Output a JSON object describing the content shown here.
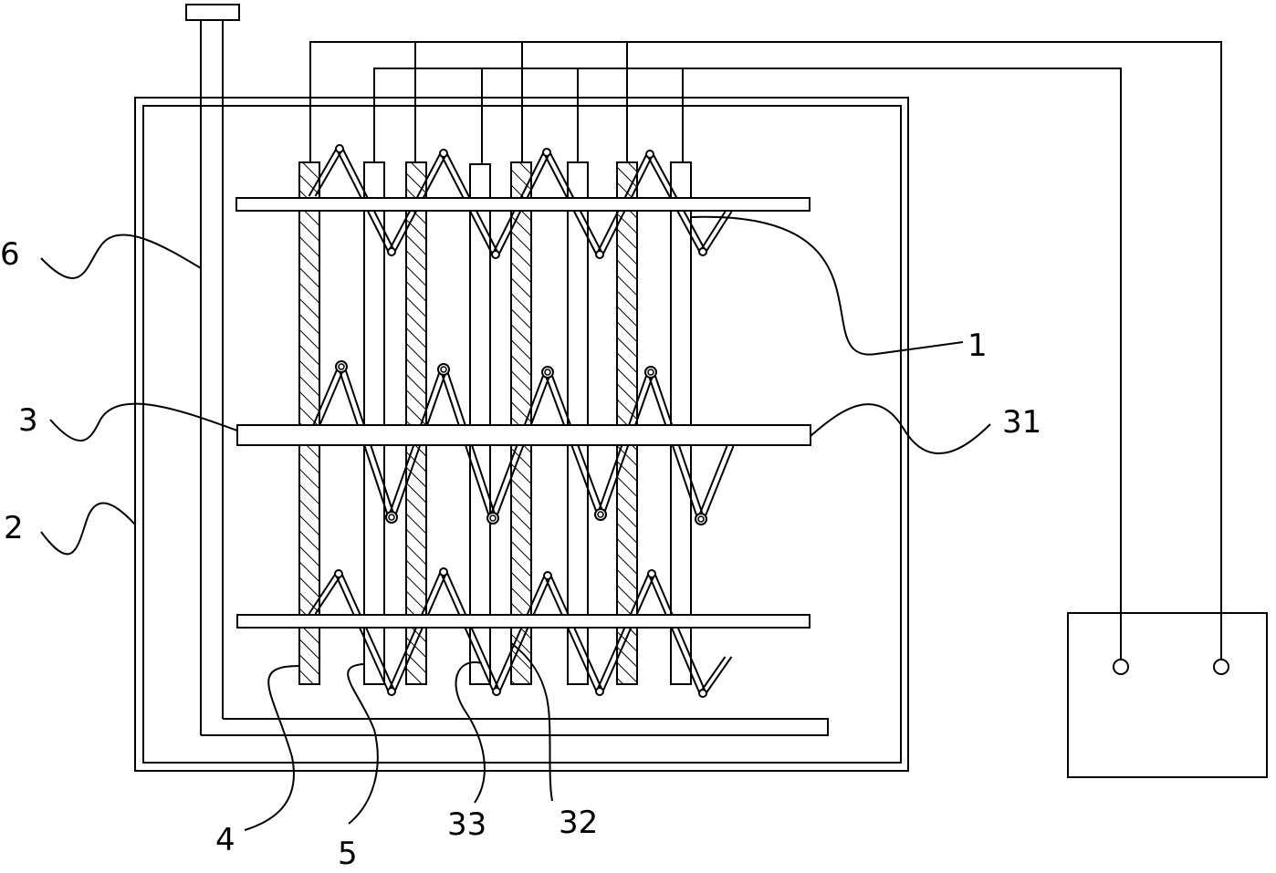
{
  "labels": {
    "l1": "1",
    "l2": "2",
    "l3": "3",
    "l4": "4",
    "l5": "5",
    "l6": "6",
    "l31": "31",
    "l32": "32",
    "l33": "33"
  }
}
